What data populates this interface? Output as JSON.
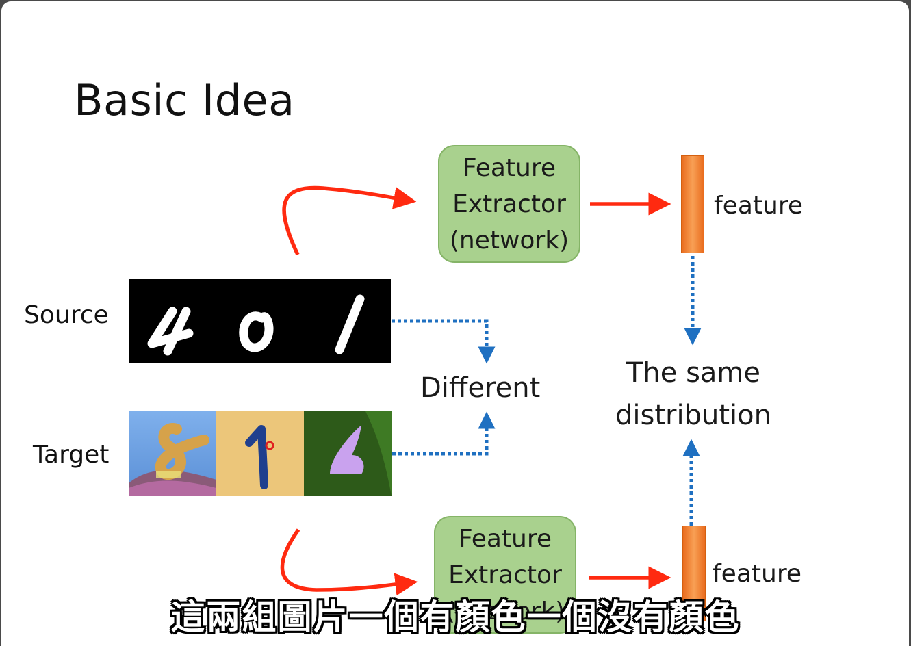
{
  "slide": {
    "title": "Basic Idea",
    "source_label": "Source",
    "target_label": "Target",
    "feature_extractor_top": [
      "Feature",
      "Extractor",
      "(network)"
    ],
    "feature_extractor_bottom": [
      "Feature",
      "Extractor",
      "(network)"
    ],
    "feature_label_top": "feature",
    "feature_label_bottom": "feature",
    "different_label": "Different",
    "same_distribution_label": [
      "The same",
      "distribution"
    ],
    "source_digits": [
      "4",
      "0",
      "1"
    ],
    "target_digits": [
      "8",
      "1",
      "6"
    ]
  },
  "subtitle": {
    "text": "這兩組圖片一個有顏色一個沒有顏色"
  },
  "colors": {
    "red_arrow": "#ff2a10",
    "blue_dotted": "#1f70c1",
    "box_fill": "#a9d18e",
    "feature_bar": "#f08a35",
    "target_panel_1": "#6ea3e3",
    "target_panel_2": "#ecc67a",
    "target_panel_3": "#2d5a19"
  }
}
